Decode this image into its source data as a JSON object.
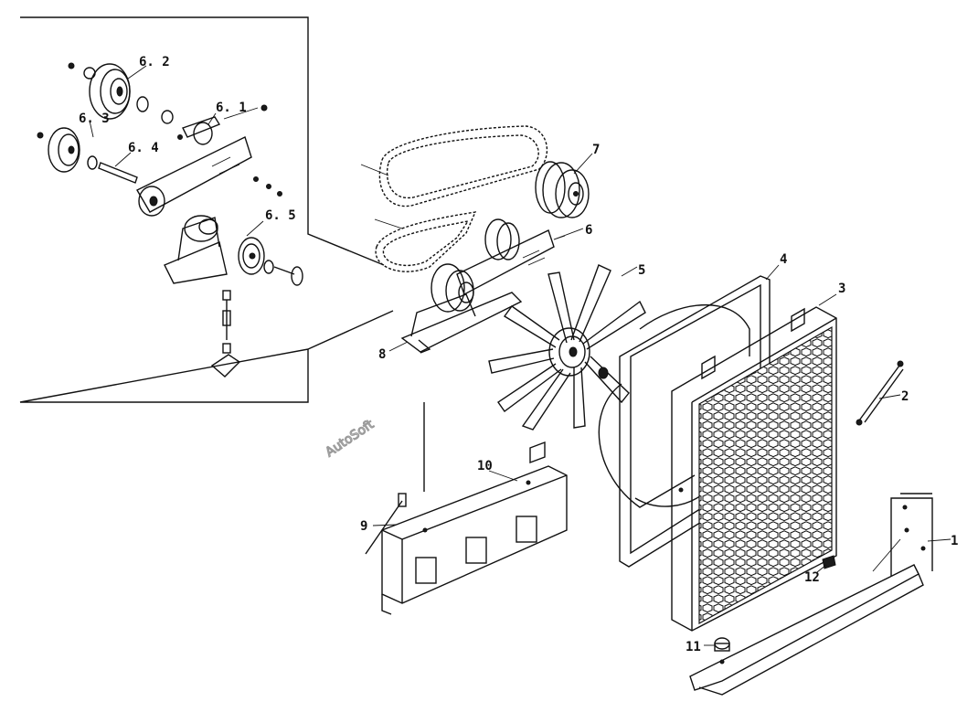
{
  "labels": {
    "l1": "1",
    "l2": "2",
    "l3": "3",
    "l4": "4",
    "l5": "5",
    "l6": "6",
    "l7": "7",
    "l8": "8",
    "l9": "9",
    "l10": "10",
    "l11": "11",
    "l12": "12",
    "l61": "6. 1",
    "l62": "6. 2",
    "l63": "6. 3",
    "l64": "6. 4",
    "l65": "6. 5"
  },
  "watermark": "AutoSoft",
  "colors": {
    "ink": "#111111",
    "watermark": "#9a9a9a",
    "background": "#ffffff"
  }
}
